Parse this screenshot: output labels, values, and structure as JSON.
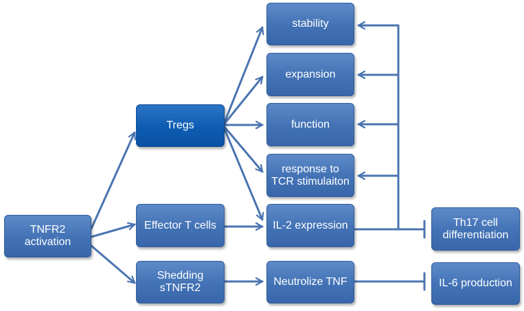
{
  "nodes": {
    "tnfr2": "TNFR2\nactivation",
    "tregs": "Tregs",
    "effector": "Effector T cells",
    "shedding": "Shedding\nsTNFR2",
    "stability": "stability",
    "expansion": "expansion",
    "function": "function",
    "response": "response to\nTCR stimulaiton",
    "il2": "IL-2 expression",
    "neutrolize": "Neutrolize TNF",
    "th17": "Th17 cell\ndifferentiation",
    "il6": "IL-6 production"
  },
  "colors": {
    "node_fill": "#4472b6",
    "tregs_fill": "#0d5cb2",
    "connector": "#4a74b0",
    "text": "#ffffff"
  }
}
